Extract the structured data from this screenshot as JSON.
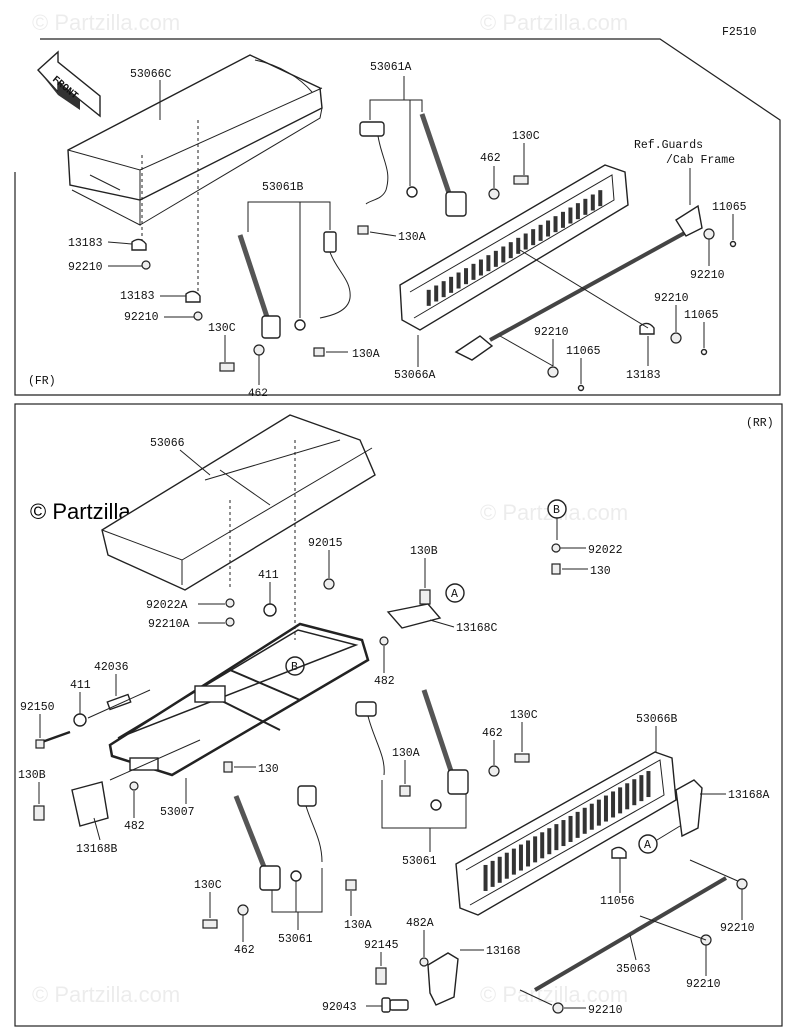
{
  "figure_code": "F2510",
  "front_arrow_label": "FRONT",
  "watermark": "© Partzilla.com",
  "watermark_faint": "© Partzilla.com",
  "sections": {
    "front": "(FR)",
    "rear": "(RR)"
  },
  "reference_note": [
    "Ref.Guards",
    "/Cab Frame"
  ],
  "callouts": {
    "A": "A",
    "B": "B"
  },
  "labels_front": {
    "seat": "53066C",
    "belt_a": "53061A",
    "belt_b": "53061B",
    "p130c_top": "130C",
    "p462_top": "462",
    "p130a_top": "130A",
    "p13183_a": "13183",
    "p92210_a": "92210",
    "p13183_b": "13183",
    "p92210_b": "92210",
    "p130c_left": "130C",
    "p462_left": "462",
    "p130a_left": "130A",
    "p11065_a": "11065",
    "p92210_c": "92210",
    "p92210_d": "92210",
    "p11065_b": "11065",
    "p92210_e": "92210",
    "p11065_c": "11065",
    "p13183_c": "13183",
    "backrest": "53066A"
  },
  "labels_rear": {
    "seat": "53066",
    "p92015": "92015",
    "p411_a": "411",
    "p92022a": "92022A",
    "p92210a": "92210A",
    "p130b_top": "130B",
    "p13168c": "13168C",
    "p482_a": "482",
    "p42036": "42036",
    "p411_b": "411",
    "p92150": "92150",
    "p130b_left": "130B",
    "p482_b": "482",
    "p13168b": "13168B",
    "frame": "53007",
    "p130_mid": "130",
    "p130a": "130A",
    "p130c_a": "130C",
    "p462_a": "462",
    "belt_right": "53061",
    "p130c_b": "130C",
    "p462_b": "462",
    "belt_left": "53061",
    "p130a_b": "130A",
    "backrest": "53066B",
    "p13168a": "13168A",
    "p11056": "11056",
    "p92210_a": "92210",
    "p35063": "35063",
    "p92210_b": "92210",
    "p482a": "482A",
    "p13168": "13168",
    "p92145": "92145",
    "p92043": "92043",
    "p92210_c": "92210",
    "p92022": "92022",
    "p130_b": "130"
  }
}
